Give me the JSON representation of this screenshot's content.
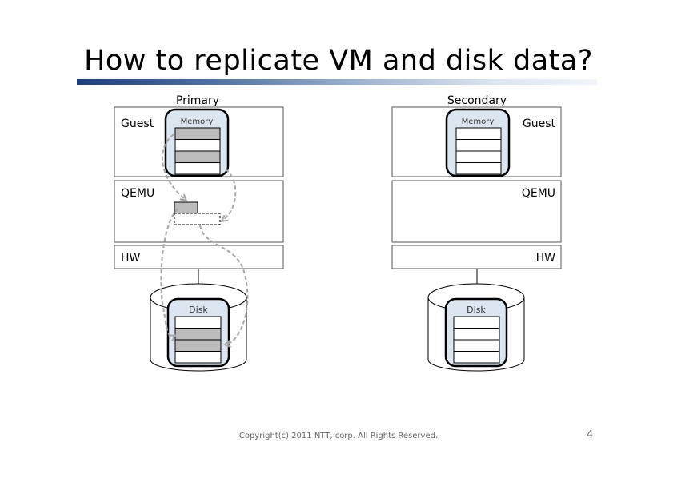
{
  "slide": {
    "title": "How to replicate VM and disk data?",
    "footer": "Copyright(c) 2011 NTT, corp. All Rights Reserved.",
    "page_number": "4"
  },
  "primary": {
    "heading": "Primary",
    "guest_label": "Guest",
    "qemu_label": "QEMU",
    "hw_label": "HW",
    "memory_label": "Memory",
    "disk_label": "Disk",
    "memory_blocks": [
      "dirty",
      "clean",
      "dirty",
      "clean"
    ],
    "disk_blocks": [
      "clean",
      "dirty",
      "dirty",
      "clean"
    ]
  },
  "secondary": {
    "heading": "Secondary",
    "guest_label": "Guest",
    "qemu_label": "QEMU",
    "hw_label": "HW",
    "memory_label": "Memory",
    "disk_label": "Disk",
    "memory_blocks": [
      "clean",
      "clean",
      "clean",
      "clean"
    ],
    "disk_blocks": [
      "clean",
      "clean",
      "clean",
      "clean"
    ]
  },
  "colors": {
    "dirty_block": "#bcbcbc",
    "clean_block": "#ffffff",
    "container_fill": "#dce6f1",
    "arrow": "#a6a6a6"
  }
}
